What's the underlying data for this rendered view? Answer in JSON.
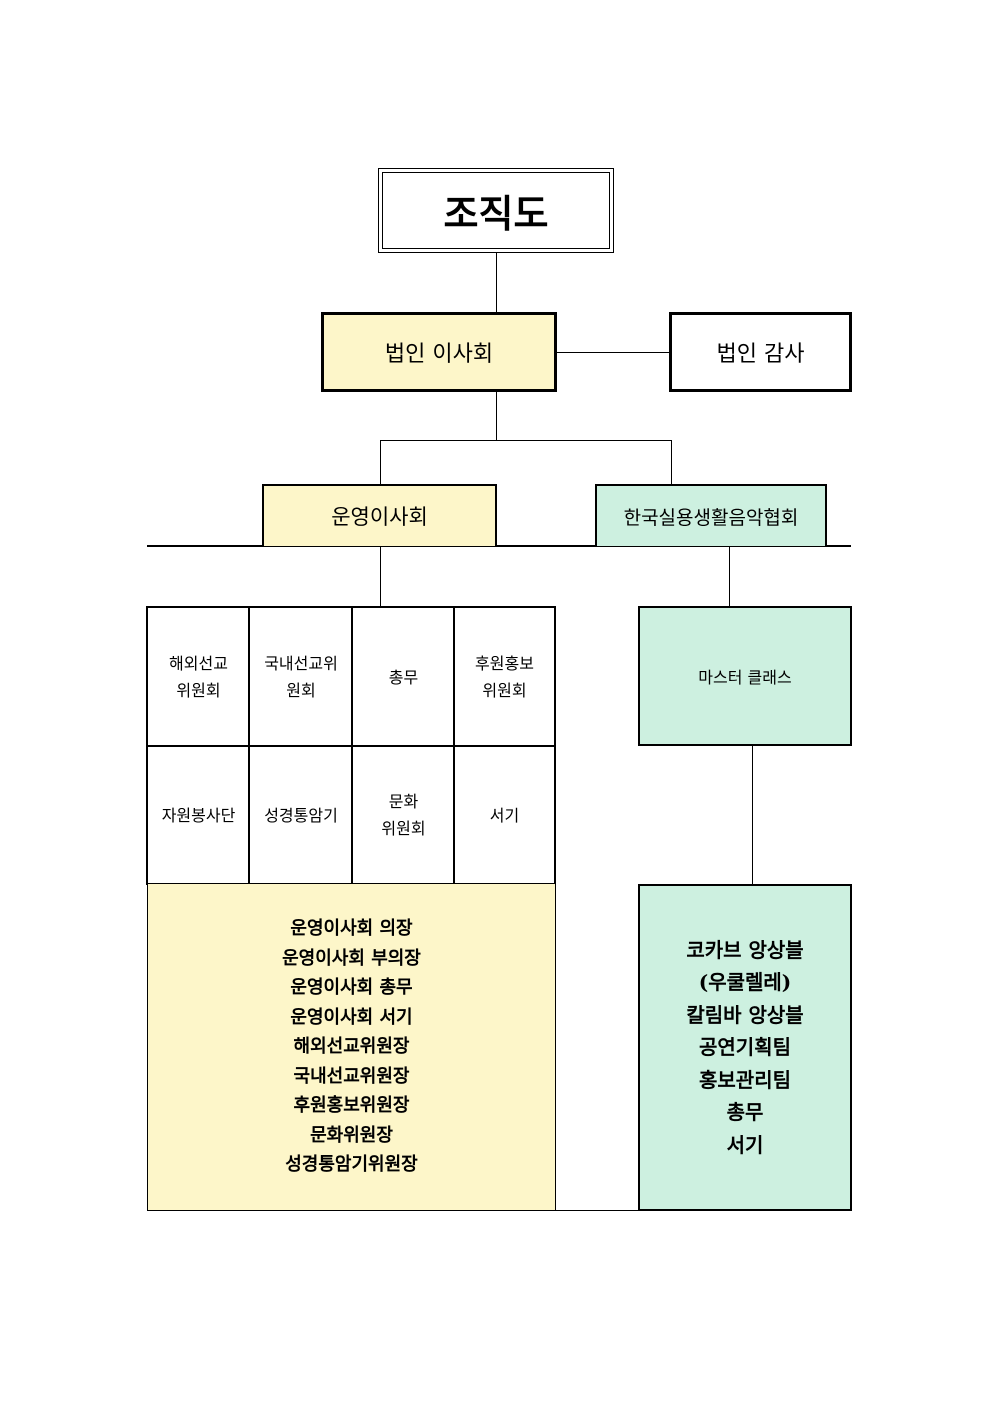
{
  "title": "조직도",
  "board": "법인 이사회",
  "audit": "법인 감사",
  "operating_board": "운영이사회",
  "association": "한국실용생활음악협회",
  "committees": [
    [
      "해외선교",
      "위원회"
    ],
    [
      "국내선교위",
      "원회"
    ],
    [
      "총무"
    ],
    [
      "후원홍보",
      "위원회"
    ],
    [
      "자원봉사단"
    ],
    [
      "성경통암기"
    ],
    [
      "문화",
      "위원회"
    ],
    [
      "서기"
    ]
  ],
  "operating_members": [
    "운영이사회 의장",
    "운영이사회 부의장",
    "운영이사회 총무",
    "운영이사회 서기",
    "해외선교위원장",
    "국내선교위원장",
    "후원홍보위원장",
    "문화위원장",
    "성경통암기위원장"
  ],
  "master_class": "마스터 클래스",
  "ensemble_items": [
    "코카브 앙상블",
    "(우쿨렐레)",
    "칼림바 앙상블",
    "공연기획팀",
    "홍보관리팀",
    "총무",
    "서기"
  ],
  "colors": {
    "yellow_fill": "#fdf6c9",
    "mint_fill": "#cdf0e0",
    "line": "#000000"
  }
}
